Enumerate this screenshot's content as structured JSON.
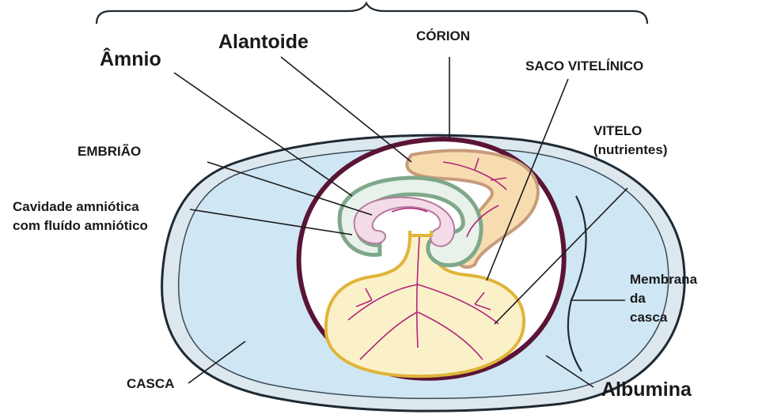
{
  "labels": {
    "amnio": "Âmnio",
    "alantoide": "Alantoide",
    "corion": "CÓRION",
    "saco_vitelinico": "SACO VITELÍNICO",
    "embriao": "EMBRIÃO",
    "vitelo_line1": "VITELO",
    "vitelo_line2": "(nutrientes)",
    "cavidade_line1": "Cavidade amniótica",
    "cavidade_line2": "com fluído amniótico",
    "membrana_line1": "Membrana",
    "membrana_line2": "da",
    "membrana_line3": "casca",
    "casca": "CASCA",
    "albumina": "Albumina"
  },
  "colors": {
    "shell_outline": "#1f2a33",
    "albumin_fill": "#cfe6f4",
    "shell_fill": "#dde7ee",
    "chorion": "#5a1436",
    "yolk_fill": "#fbf1c9",
    "yolk_outline": "#e0b43a",
    "allantois_fill": "#f7dcb0",
    "allantois_outline": "#c79b7a",
    "amnion": "#7fa88a",
    "embryo_fill": "#f4dbe8",
    "vessels": "#b0267a"
  }
}
